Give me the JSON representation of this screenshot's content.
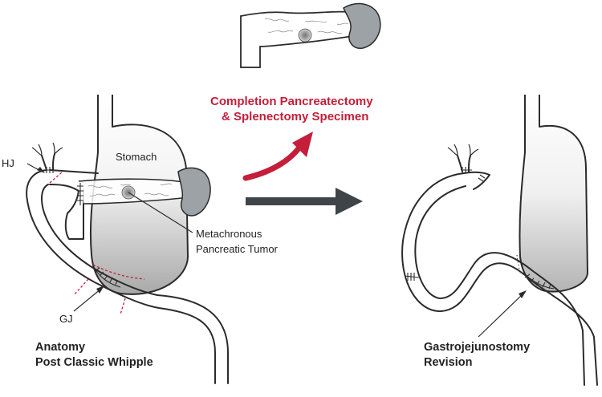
{
  "labels": {
    "hj": "HJ",
    "stomach": "Stomach",
    "tumor_line1": "Metachronous",
    "tumor_line2": "Pancreatic Tumor",
    "gj": "GJ",
    "specimen_line1": "Completion Pancreatectomy",
    "specimen_line2": "& Splenectomy Specimen",
    "anatomy_line1": "Anatomy",
    "anatomy_line2": "Post Classic Whipple",
    "revision_line1": "Gastrojejunostomy",
    "revision_line2": "Revision"
  },
  "colors": {
    "outline": "#2b2b2b",
    "specimen_text": "#c41e3a",
    "transition_arrow": "#3f4449",
    "cut_line": "#c41e3a",
    "spleen_fill": "#9da2a6",
    "stomach_shade": "#a9a9a9"
  }
}
